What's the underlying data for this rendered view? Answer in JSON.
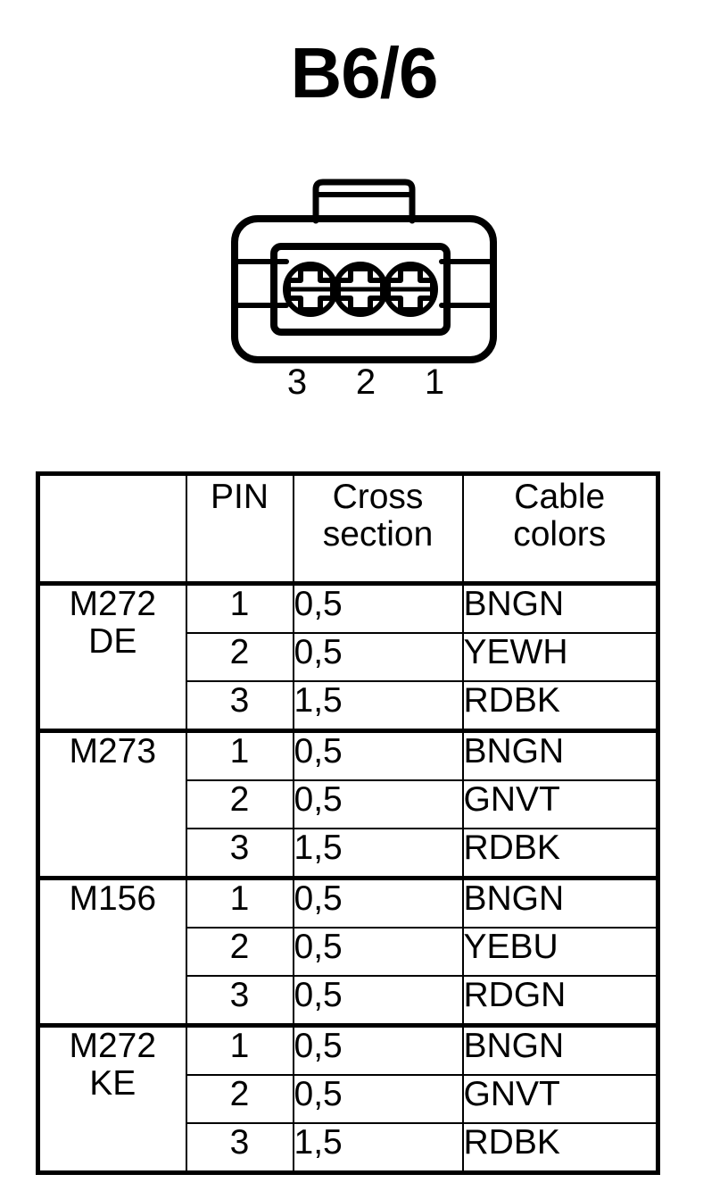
{
  "title": "B6/6",
  "connector": {
    "name": "3-pin connector",
    "pin_count": 3,
    "pin_labels": [
      "3",
      "2",
      "1"
    ],
    "stroke_color": "#000000",
    "fill_color": "#ffffff"
  },
  "table": {
    "headers": {
      "model": "",
      "pin": "PIN",
      "cross_section_line1": "Cross",
      "cross_section_line2": "section",
      "cable_colors_line1": "Cable",
      "cable_colors_line2": "colors"
    },
    "groups": [
      {
        "model_line1": "M272",
        "model_line2": "DE",
        "rows": [
          {
            "pin": "1",
            "cross_section": "0,5",
            "cable_color": "BNGN"
          },
          {
            "pin": "2",
            "cross_section": "0,5",
            "cable_color": "YEWH"
          },
          {
            "pin": "3",
            "cross_section": "1,5",
            "cable_color": "RDBK"
          }
        ]
      },
      {
        "model_line1": "M273",
        "model_line2": "",
        "rows": [
          {
            "pin": "1",
            "cross_section": "0,5",
            "cable_color": "BNGN"
          },
          {
            "pin": "2",
            "cross_section": "0,5",
            "cable_color": "GNVT"
          },
          {
            "pin": "3",
            "cross_section": "1,5",
            "cable_color": "RDBK"
          }
        ]
      },
      {
        "model_line1": "M156",
        "model_line2": "",
        "rows": [
          {
            "pin": "1",
            "cross_section": "0,5",
            "cable_color": "BNGN"
          },
          {
            "pin": "2",
            "cross_section": "0,5",
            "cable_color": "YEBU"
          },
          {
            "pin": "3",
            "cross_section": "0,5",
            "cable_color": "RDGN"
          }
        ]
      },
      {
        "model_line1": "M272",
        "model_line2": "KE",
        "rows": [
          {
            "pin": "1",
            "cross_section": "0,5",
            "cable_color": "BNGN"
          },
          {
            "pin": "2",
            "cross_section": "0,5",
            "cable_color": "GNVT"
          },
          {
            "pin": "3",
            "cross_section": "1,5",
            "cable_color": "RDBK"
          }
        ]
      }
    ]
  }
}
